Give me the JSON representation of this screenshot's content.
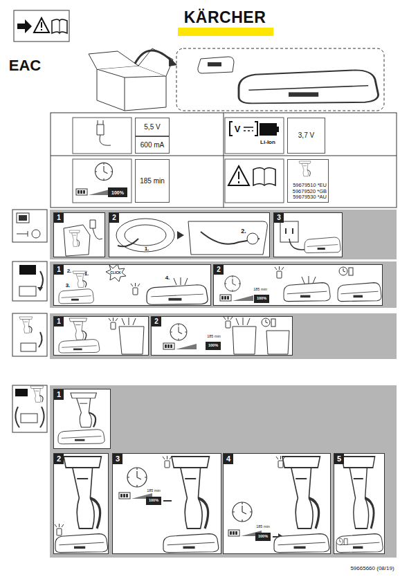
{
  "diagram": {
    "title": "KÄRCHER",
    "nodes": [
      {
        "text": [
          "5,5 V"
        ]
      },
      {
        "text": [
          "600 mA"
        ]
      },
      {
        "text": [
          "3,7 V"
        ]
      },
      {
        "text": [
          "185 min"
        ]
      },
      {
        "text": [
          "59679510 *EU",
          "59679520 *GB",
          "59679530 *AU"
        ]
      },
      {
        "text": [
          "1"
        ]
      },
      {
        "text": [
          "2"
        ]
      },
      {
        "text": [
          "3"
        ]
      },
      {
        "text": [
          "1"
        ]
      },
      {
        "text": [
          "2"
        ]
      },
      {
        "text": [
          "1"
        ]
      },
      {
        "text": [
          "2"
        ]
      },
      {
        "text": [
          "1"
        ]
      },
      {
        "text": [
          "2"
        ]
      },
      {
        "text": [
          "3"
        ]
      },
      {
        "text": [
          "4"
        ]
      },
      {
        "text": [
          "5"
        ]
      }
    ],
    "labels": [
      "EAC",
      "V",
      "Li-Ion",
      "100%",
      "1.",
      "2.",
      "2.",
      "1.",
      "3.",
      "CLICK",
      "4.",
      "185 min",
      "100%",
      "185 min",
      "100%",
      "185 min",
      "100%",
      "185 min",
      "100%",
      "59665660 (08/19)"
    ]
  }
}
